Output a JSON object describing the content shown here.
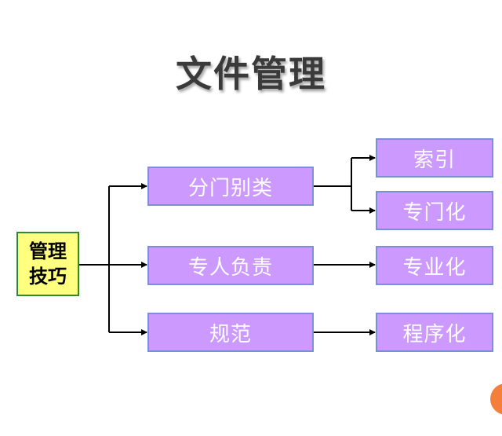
{
  "title": "文件管理",
  "root": {
    "line1": "管理",
    "line2": "技巧"
  },
  "branches": [
    {
      "label": "分门别类",
      "children": [
        "索引",
        "专门化"
      ]
    },
    {
      "label": "专人负责",
      "children": [
        "专业化"
      ]
    },
    {
      "label": "规范",
      "children": [
        "程序化"
      ]
    }
  ],
  "colors": {
    "node_fill": "#cc99ff",
    "node_border": "#7a8fd6",
    "root_fill": "#ffff80",
    "root_border": "#2f8a2f",
    "connector": "#000000",
    "accent": "#f47f3b"
  }
}
